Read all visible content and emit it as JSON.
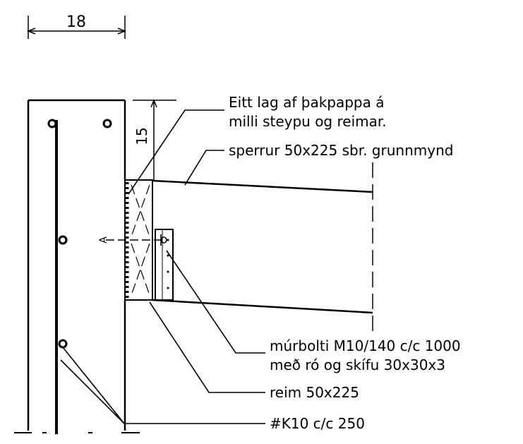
{
  "drawing": {
    "dimension_top": "18",
    "dimension_side": "15",
    "bolt_mark": "A",
    "labels": {
      "felt_line1": "Eitt lag af þakpappa á",
      "felt_line2": "milli steypu og reimar.",
      "rafter": "sperrur 50x225 sbr. grunnmynd",
      "bolt_line1": "múrbolti M10/140 c/c 1000",
      "bolt_line2": "með ró og skífu 30x30x3",
      "plate": "reim 50x225",
      "rebar": "#K10 c/c 250"
    }
  }
}
